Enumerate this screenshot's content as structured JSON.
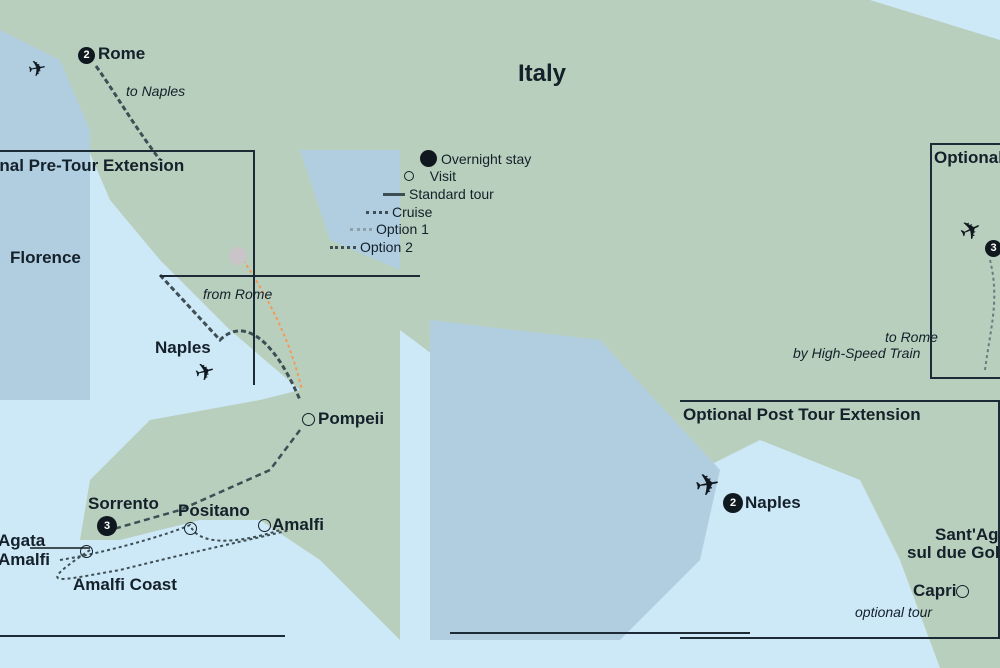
{
  "country": "Italy",
  "colors": {
    "land": "#b9cfbd",
    "sea": "#cde8f6",
    "deep_sea": "#b1cee0",
    "route": "#3d4f55",
    "option1": "#f39a55"
  },
  "legend": {
    "overnight": "Overnight stay",
    "visit": "Visit",
    "standard": "Standard tour",
    "cruise": "Cruise",
    "option1": "Option 1",
    "option2": "Option 2"
  },
  "panels": {
    "pre_tour": "Optional Pre-Tour Extension",
    "post_tour": "Optional Post Tour Extension",
    "top_right": "Optional"
  },
  "places": {
    "rome": {
      "name": "Rome",
      "nights": "2"
    },
    "florence": "Florence",
    "naples_pre": "Naples",
    "pompeii": "Pompeii",
    "sorrento": {
      "name": "Sorrento",
      "nights": "3"
    },
    "positano": "Positano",
    "amalfi": "Amalfi",
    "santagata_left": [
      "Agata",
      "Amalfi"
    ],
    "amalfi_coast": "Amalfi Coast",
    "naples_post": {
      "name": "Naples",
      "nights": "2"
    },
    "santagata": [
      "Sant'Agata",
      "sul due Golfi"
    ],
    "capri": "Capri",
    "top_right_badge": "3"
  },
  "notes": {
    "to_naples": "to Naples",
    "from_rome": "from Rome",
    "to_rome": "to Rome",
    "by_train": "by High-Speed Train",
    "optional_tour": "optional tour"
  }
}
